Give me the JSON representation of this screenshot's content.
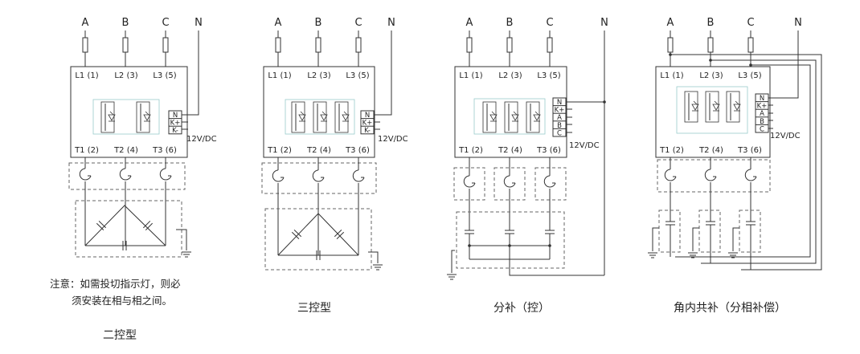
{
  "labels": {
    "phase_a": "A",
    "phase_b": "B",
    "phase_c": "C",
    "neutral": "N",
    "l1": "L1 (1)",
    "l2": "L2 (3)",
    "l3": "L3 (5)",
    "t1": "T1 (2)",
    "t2": "T2 (4)",
    "t3": "T3 (6)",
    "term_n": "N",
    "term_kplus": "K+",
    "term_kminus": "K-",
    "term_a": "A",
    "term_b": "B",
    "term_c": "C",
    "voltage": "12V/DC"
  },
  "captions": {
    "note_line1": "注意：如需投切指示灯，则必",
    "note_line2": "须安装在相与相之间。",
    "d1": "二控型",
    "d2": "三控型",
    "d3": "分补（控）",
    "d4": "角内共补（分相补偿）"
  }
}
